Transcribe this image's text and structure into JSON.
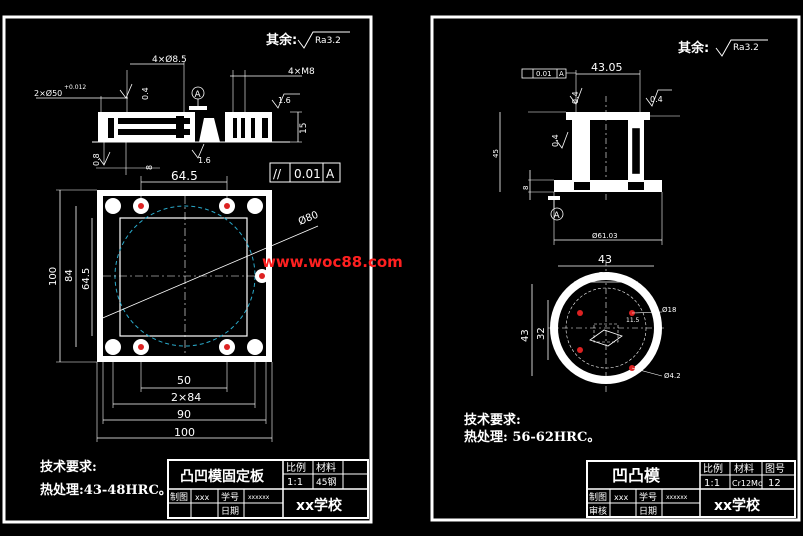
{
  "watermark": "www.woc88.com",
  "left": {
    "surface_note": "其余:",
    "roughness": "Ra3.2",
    "dims": {
      "hole_4": "4×Ø8.5",
      "thread": "4×M8",
      "bore": "2×Ø50",
      "bore_tol": "+0.012",
      "r04": "0.4",
      "r16a": "1.6",
      "r16b": "1.6",
      "r08": "0.8",
      "d8": "8",
      "d15": "15",
      "d645": "64.5",
      "d80": "Ø80",
      "d100v": "100",
      "d84": "84",
      "d645v": "64.5",
      "d50": "50",
      "d2x84": "2×84",
      "d90": "90",
      "d100": "100"
    },
    "datum": "A",
    "tolerance": {
      "symbol": "//",
      "value": "0.01",
      "datum": "A"
    },
    "tech_title": "技术要求:",
    "tech_line": "热处理:43-48HRC。",
    "title_block": {
      "part_name": "凸凹模固定板",
      "scale_label": "比例",
      "material_label": "材料",
      "scale": "1:1",
      "material": "45钢",
      "drawn_label": "制图",
      "drawn_by": "xxx",
      "id_label": "学号",
      "id_value": "xxxxxx",
      "date_label": "日期",
      "school": "xx学校"
    }
  },
  "right": {
    "surface_note": "其余:",
    "roughness": "Ra3.2",
    "tolerance": {
      "value": "0.01",
      "datum": "A"
    },
    "dims": {
      "d4305": "43.05",
      "r04a": "0.4",
      "r04b": "0.4",
      "r04c": "0.4",
      "d45": "45",
      "d8": "8",
      "d6103": "Ø61.03",
      "d43": "43",
      "d32": "32",
      "d43v": "43",
      "d32v": "32",
      "d18": "Ø18",
      "d42": "Ø4.2",
      "d115": "11.5"
    },
    "datum": "A",
    "tech_title": "技术要求:",
    "tech_line": "热处理: 56-62HRC。",
    "title_block": {
      "part_name": "凹凸模",
      "scale_label": "比例",
      "material_label": "材料",
      "drawing_no_label": "图号",
      "scale": "1:1",
      "material": "Cr12Mo",
      "drawing_no": "12",
      "drawn_label": "制图",
      "drawn_by": "xxx",
      "id_label": "学号",
      "id_value": "xxxxxx",
      "check_label": "审核",
      "date_label": "日期",
      "school": "xx学校"
    }
  }
}
